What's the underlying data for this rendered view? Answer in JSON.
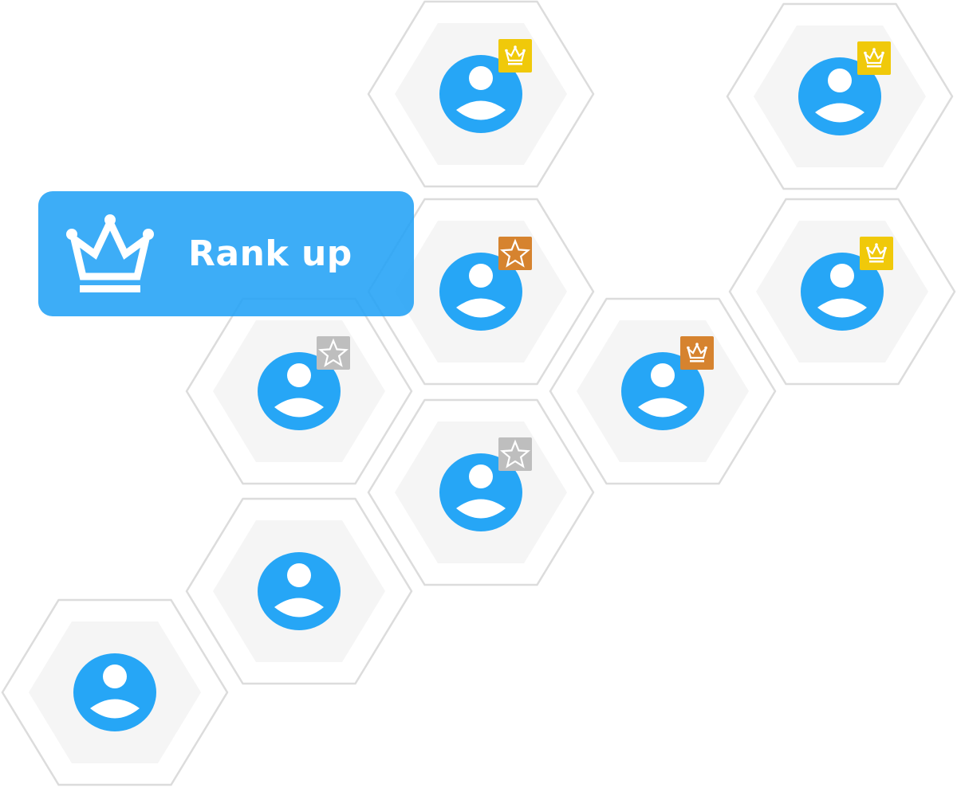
{
  "rank_up": {
    "label": "Rank up",
    "icon": "crown-icon",
    "color": "#22a2f6"
  },
  "colors": {
    "avatar": "#26a6f6",
    "hex_outline": "#dcdcdc",
    "hex_fill": "#f5f5f5",
    "badge_gold": "#f0c90a",
    "badge_bronze": "#d6832f",
    "badge_silver": "#bebebe"
  },
  "members": [
    {
      "badge": "crown",
      "tier": "gold"
    },
    {
      "badge": "crown",
      "tier": "gold"
    },
    {
      "badge": "star",
      "tier": "bronze"
    },
    {
      "badge": "crown",
      "tier": "gold"
    },
    {
      "badge": "star",
      "tier": "silver"
    },
    {
      "badge": "crown",
      "tier": "bronze"
    },
    {
      "badge": "star",
      "tier": "silver"
    },
    {
      "badge": "none",
      "tier": "none"
    },
    {
      "badge": "none",
      "tier": "none"
    }
  ]
}
